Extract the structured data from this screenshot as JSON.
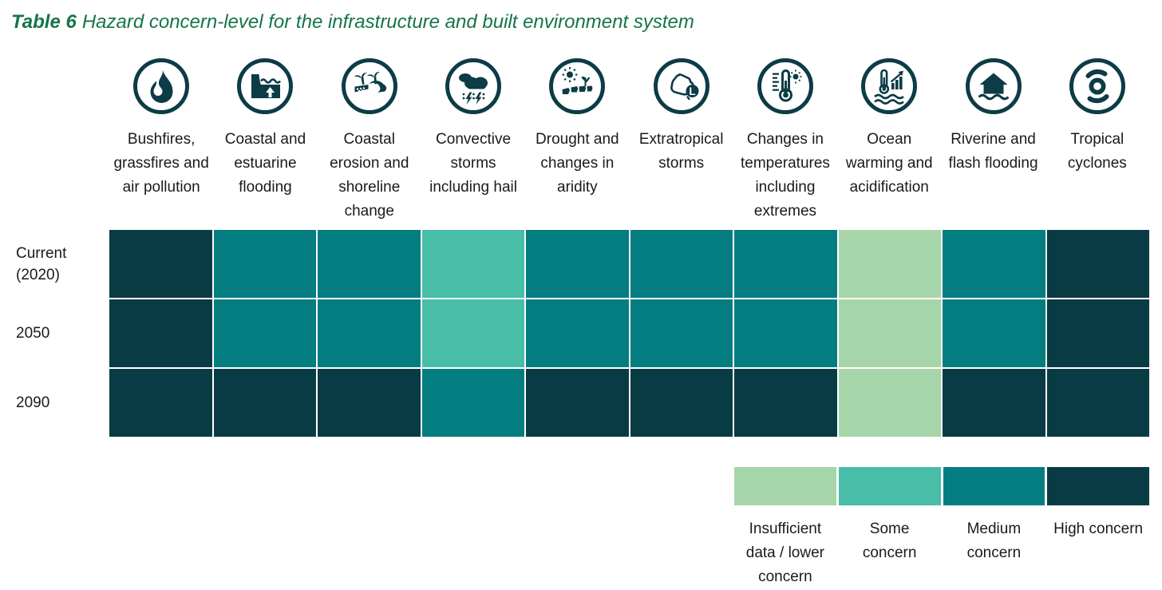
{
  "title": {
    "prefix": "Table 6",
    "text": "Hazard concern-level for the infrastructure and built environment system"
  },
  "colors": {
    "title_green": "#15744a",
    "icon_teal": "#0c3c45",
    "text": "#1a1a1a"
  },
  "legend": {
    "items": [
      {
        "key": "insufficient",
        "label": "Insufficient data / lower concern",
        "color": "#a6d5aa"
      },
      {
        "key": "some",
        "label": "Some concern",
        "color": "#48bda7"
      },
      {
        "key": "medium",
        "label": "Medium concern",
        "color": "#047d81"
      },
      {
        "key": "high",
        "label": "High concern",
        "color": "#093b44"
      }
    ]
  },
  "chart_data": {
    "type": "heatmap",
    "title": "Table 6 Hazard concern-level for the infrastructure and built environment system",
    "value_scale": [
      "insufficient",
      "some",
      "medium",
      "high"
    ],
    "columns": [
      {
        "label": "Bushfires, grassfires and air pollution",
        "icon": "flame-icon"
      },
      {
        "label": "Coastal and estuarine flooding",
        "icon": "coastal-flooding-icon"
      },
      {
        "label": "Coastal erosion and shoreline change",
        "icon": "coastal-erosion-icon"
      },
      {
        "label": "Convective storms including hail",
        "icon": "convective-storm-icon"
      },
      {
        "label": "Drought and changes in aridity",
        "icon": "drought-icon"
      },
      {
        "label": "Extratropical storms",
        "icon": "extratropical-storm-icon"
      },
      {
        "label": "Changes in temperatures including extremes",
        "icon": "temperature-extremes-icon"
      },
      {
        "label": "Ocean warming and acidification",
        "icon": "ocean-warming-icon"
      },
      {
        "label": "Riverine and flash flooding",
        "icon": "riverine-flooding-icon"
      },
      {
        "label": "Tropical cyclones",
        "icon": "tropical-cyclone-icon"
      }
    ],
    "rows": [
      {
        "label": "Current (2020)",
        "values": [
          "high",
          "medium",
          "medium",
          "some",
          "medium",
          "medium",
          "medium",
          "insufficient",
          "medium",
          "high"
        ]
      },
      {
        "label": "2050",
        "values": [
          "high",
          "medium",
          "medium",
          "some",
          "medium",
          "medium",
          "medium",
          "insufficient",
          "medium",
          "high"
        ]
      },
      {
        "label": "2090",
        "values": [
          "high",
          "high",
          "high",
          "medium",
          "high",
          "high",
          "high",
          "insufficient",
          "high",
          "high"
        ]
      }
    ]
  }
}
